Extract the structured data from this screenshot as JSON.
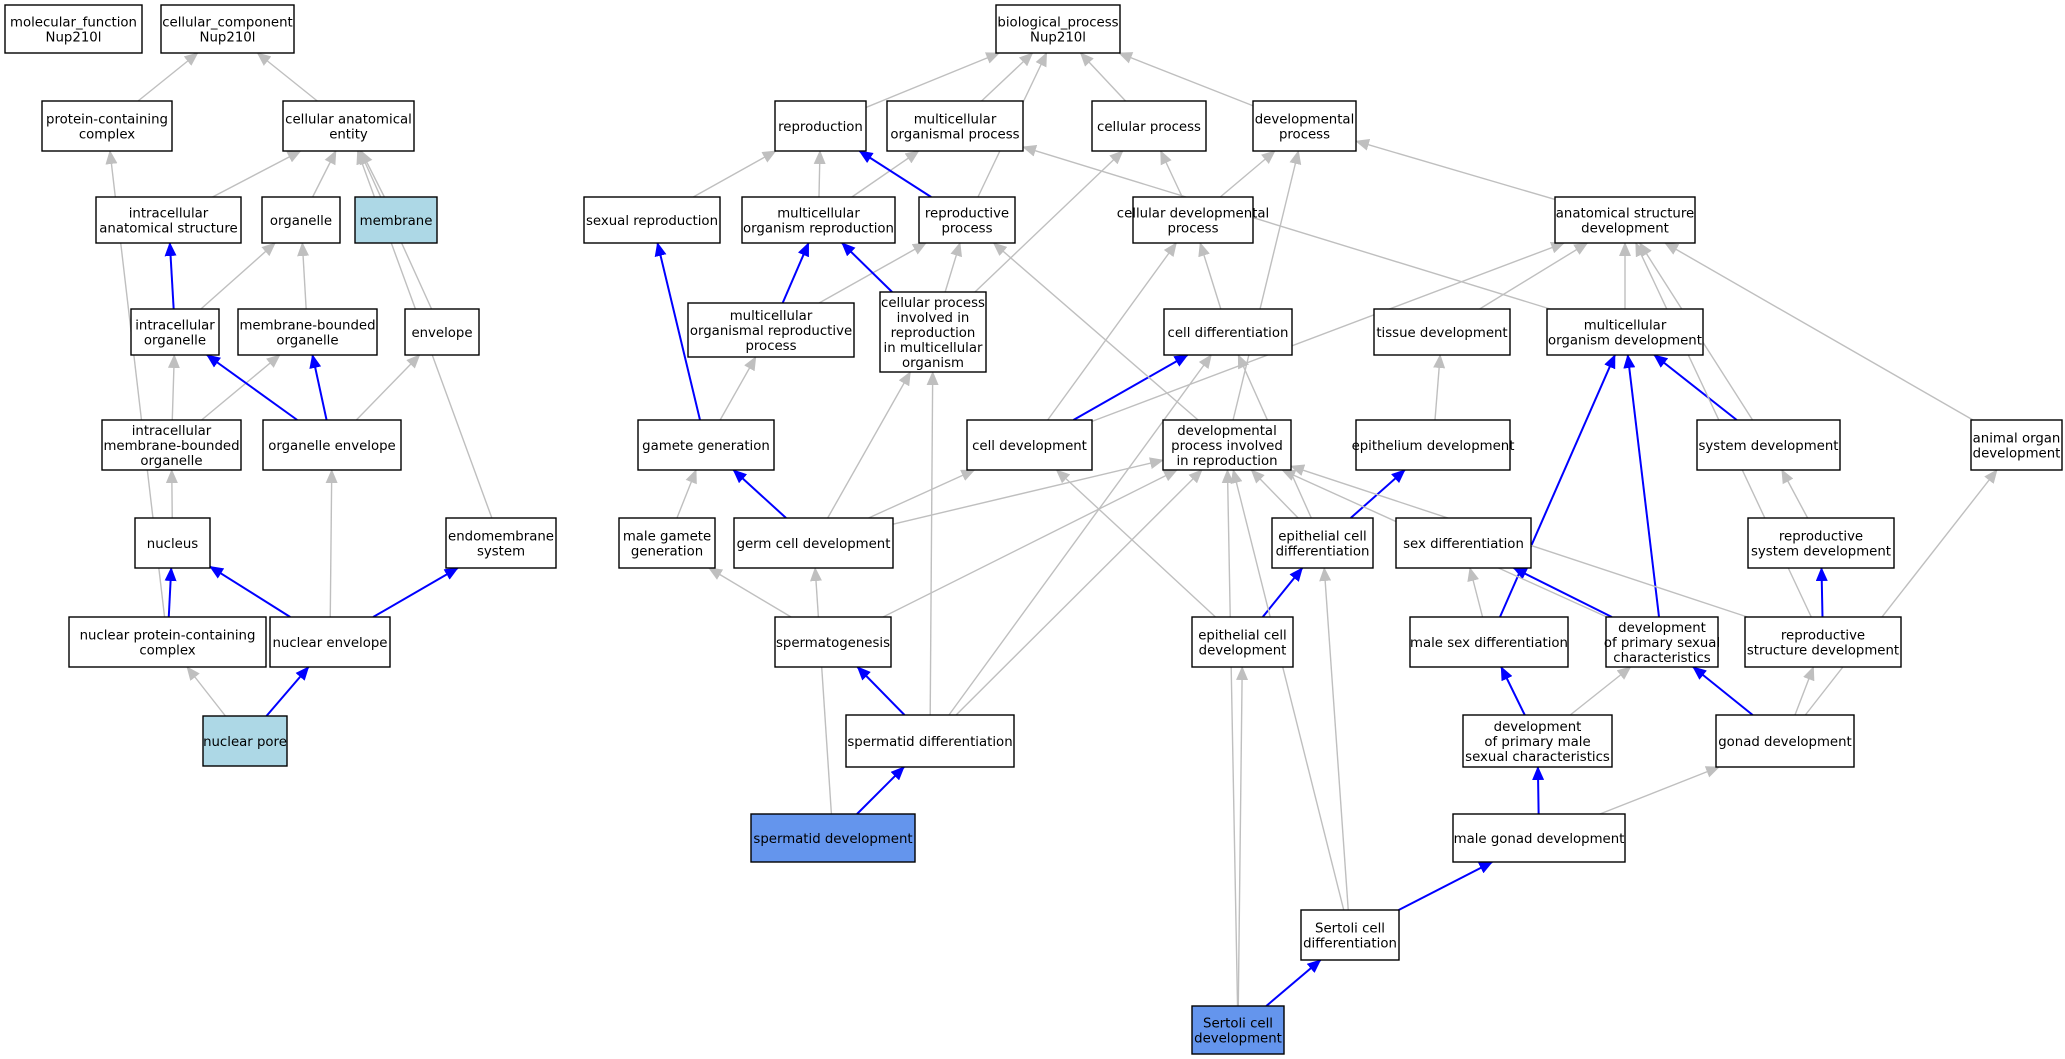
{
  "colors": {
    "edge_default": "#bfbfbf",
    "edge_highlight": "#0000ff",
    "node_fill": "#ffffff",
    "node_membrane": "#add8e6",
    "node_query": "#6495ed",
    "node_stroke": "#000000"
  },
  "nodes": [
    {
      "id": "mf",
      "lines": [
        "molecular_function",
        "Nup210l"
      ],
      "fill": "white"
    },
    {
      "id": "cc",
      "lines": [
        "cellular_component",
        "Nup210l"
      ],
      "fill": "white"
    },
    {
      "id": "bp",
      "lines": [
        "biological_process",
        "Nup210l"
      ],
      "fill": "white"
    },
    {
      "id": "pcc",
      "lines": [
        "protein-containing",
        "complex"
      ],
      "fill": "white"
    },
    {
      "id": "cae",
      "lines": [
        "cellular anatomical",
        "entity"
      ],
      "fill": "white"
    },
    {
      "id": "ias",
      "lines": [
        "intracellular",
        "anatomical structure"
      ],
      "fill": "white"
    },
    {
      "id": "org",
      "lines": [
        "organelle"
      ],
      "fill": "white"
    },
    {
      "id": "mem",
      "lines": [
        "membrane"
      ],
      "fill": "lightblue"
    },
    {
      "id": "io",
      "lines": [
        "intracellular",
        "organelle"
      ],
      "fill": "white"
    },
    {
      "id": "mbo",
      "lines": [
        "membrane-bounded",
        "organelle"
      ],
      "fill": "white"
    },
    {
      "id": "env",
      "lines": [
        "envelope"
      ],
      "fill": "white"
    },
    {
      "id": "imbo",
      "lines": [
        "intracellular",
        "membrane-bounded",
        "organelle"
      ],
      "fill": "white"
    },
    {
      "id": "oenv",
      "lines": [
        "organelle envelope"
      ],
      "fill": "white"
    },
    {
      "id": "nuc",
      "lines": [
        "nucleus"
      ],
      "fill": "white"
    },
    {
      "id": "endo",
      "lines": [
        "endomembrane",
        "system"
      ],
      "fill": "white"
    },
    {
      "id": "npcc",
      "lines": [
        "nuclear protein-containing",
        "complex"
      ],
      "fill": "white"
    },
    {
      "id": "nenv",
      "lines": [
        "nuclear envelope"
      ],
      "fill": "white"
    },
    {
      "id": "npore",
      "lines": [
        "nuclear pore"
      ],
      "fill": "lightblue"
    },
    {
      "id": "repro",
      "lines": [
        "reproduction"
      ],
      "fill": "white"
    },
    {
      "id": "mop",
      "lines": [
        "multicellular",
        "organismal process"
      ],
      "fill": "white"
    },
    {
      "id": "cp",
      "lines": [
        "cellular process"
      ],
      "fill": "white"
    },
    {
      "id": "dp",
      "lines": [
        "developmental",
        "process"
      ],
      "fill": "white"
    },
    {
      "id": "sr",
      "lines": [
        "sexual reproduction"
      ],
      "fill": "white"
    },
    {
      "id": "mor",
      "lines": [
        "multicellular",
        "organism reproduction"
      ],
      "fill": "white"
    },
    {
      "id": "rp",
      "lines": [
        "reproductive",
        "process"
      ],
      "fill": "white"
    },
    {
      "id": "cdp",
      "lines": [
        "cellular developmental",
        "process"
      ],
      "fill": "white"
    },
    {
      "id": "asd",
      "lines": [
        "anatomical structure",
        "development"
      ],
      "fill": "white"
    },
    {
      "id": "morp",
      "lines": [
        "multicellular",
        "organismal reproductive",
        "process"
      ],
      "fill": "white"
    },
    {
      "id": "cpir",
      "lines": [
        "cellular process",
        "involved in",
        "reproduction",
        "in multicellular",
        "organism"
      ],
      "fill": "white"
    },
    {
      "id": "cdiff",
      "lines": [
        "cell differentiation"
      ],
      "fill": "white"
    },
    {
      "id": "td",
      "lines": [
        "tissue development"
      ],
      "fill": "white"
    },
    {
      "id": "mod",
      "lines": [
        "multicellular",
        "organism development"
      ],
      "fill": "white"
    },
    {
      "id": "gg",
      "lines": [
        "gamete generation"
      ],
      "fill": "white"
    },
    {
      "id": "cdev",
      "lines": [
        "cell development"
      ],
      "fill": "white"
    },
    {
      "id": "dpir",
      "lines": [
        "developmental",
        "process involved",
        "in reproduction"
      ],
      "fill": "white"
    },
    {
      "id": "epd",
      "lines": [
        "epithelium development"
      ],
      "fill": "white"
    },
    {
      "id": "sysd",
      "lines": [
        "system development"
      ],
      "fill": "white"
    },
    {
      "id": "aod",
      "lines": [
        "animal organ",
        "development"
      ],
      "fill": "white"
    },
    {
      "id": "mgg",
      "lines": [
        "male gamete",
        "generation"
      ],
      "fill": "white"
    },
    {
      "id": "gcd",
      "lines": [
        "germ cell development"
      ],
      "fill": "white"
    },
    {
      "id": "ecdiff",
      "lines": [
        "epithelial cell",
        "differentiation"
      ],
      "fill": "white"
    },
    {
      "id": "sdiff",
      "lines": [
        "sex differentiation"
      ],
      "fill": "white"
    },
    {
      "id": "rsd",
      "lines": [
        "reproductive",
        "system development"
      ],
      "fill": "white"
    },
    {
      "id": "sg",
      "lines": [
        "spermatogenesis"
      ],
      "fill": "white"
    },
    {
      "id": "ecdev",
      "lines": [
        "epithelial cell",
        "development"
      ],
      "fill": "white"
    },
    {
      "id": "msd",
      "lines": [
        "male sex differentiation"
      ],
      "fill": "white"
    },
    {
      "id": "dpsc",
      "lines": [
        "development",
        "of primary sexual",
        "characteristics"
      ],
      "fill": "white"
    },
    {
      "id": "rstd",
      "lines": [
        "reproductive",
        "structure development"
      ],
      "fill": "white"
    },
    {
      "id": "spdiff",
      "lines": [
        "spermatid differentiation"
      ],
      "fill": "white"
    },
    {
      "id": "dpmsc",
      "lines": [
        "development",
        "of primary male",
        "sexual characteristics"
      ],
      "fill": "white"
    },
    {
      "id": "gd",
      "lines": [
        "gonad development"
      ],
      "fill": "white"
    },
    {
      "id": "spdev",
      "lines": [
        "spermatid development"
      ],
      "fill": "query"
    },
    {
      "id": "mgd",
      "lines": [
        "male gonad development"
      ],
      "fill": "white"
    },
    {
      "id": "scdiff",
      "lines": [
        "Sertoli cell",
        "differentiation"
      ],
      "fill": "white"
    },
    {
      "id": "scdev",
      "lines": [
        "Sertoli cell",
        "development"
      ],
      "fill": "query"
    }
  ],
  "edges": [
    {
      "from": "pcc",
      "to": "cc",
      "type": "is_a"
    },
    {
      "from": "cae",
      "to": "cc",
      "type": "is_a"
    },
    {
      "from": "ias",
      "to": "cae",
      "type": "is_a"
    },
    {
      "from": "org",
      "to": "cae",
      "type": "is_a"
    },
    {
      "from": "mem",
      "to": "cae",
      "type": "is_a"
    },
    {
      "from": "env",
      "to": "cae",
      "type": "is_a"
    },
    {
      "from": "endo",
      "to": "cae",
      "type": "is_a"
    },
    {
      "from": "io",
      "to": "ias",
      "type": "part_of"
    },
    {
      "from": "io",
      "to": "org",
      "type": "is_a"
    },
    {
      "from": "mbo",
      "to": "org",
      "type": "is_a"
    },
    {
      "from": "imbo",
      "to": "io",
      "type": "is_a"
    },
    {
      "from": "imbo",
      "to": "mbo",
      "type": "is_a"
    },
    {
      "from": "oenv",
      "to": "io",
      "type": "part_of"
    },
    {
      "from": "oenv",
      "to": "mbo",
      "type": "part_of"
    },
    {
      "from": "oenv",
      "to": "env",
      "type": "is_a"
    },
    {
      "from": "nuc",
      "to": "imbo",
      "type": "is_a"
    },
    {
      "from": "npcc",
      "to": "pcc",
      "type": "is_a"
    },
    {
      "from": "npcc",
      "to": "nuc",
      "type": "part_of"
    },
    {
      "from": "nenv",
      "to": "nuc",
      "type": "part_of"
    },
    {
      "from": "nenv",
      "to": "oenv",
      "type": "is_a"
    },
    {
      "from": "nenv",
      "to": "endo",
      "type": "part_of"
    },
    {
      "from": "npore",
      "to": "npcc",
      "type": "is_a"
    },
    {
      "from": "npore",
      "to": "nenv",
      "type": "part_of"
    },
    {
      "from": "repro",
      "to": "bp",
      "type": "is_a"
    },
    {
      "from": "mop",
      "to": "bp",
      "type": "is_a"
    },
    {
      "from": "cp",
      "to": "bp",
      "type": "is_a"
    },
    {
      "from": "dp",
      "to": "bp",
      "type": "is_a"
    },
    {
      "from": "rp",
      "to": "bp",
      "type": "is_a"
    },
    {
      "from": "sr",
      "to": "repro",
      "type": "is_a"
    },
    {
      "from": "mor",
      "to": "repro",
      "type": "is_a"
    },
    {
      "from": "mor",
      "to": "mop",
      "type": "is_a"
    },
    {
      "from": "rp",
      "to": "repro",
      "type": "part_of"
    },
    {
      "from": "cdp",
      "to": "cp",
      "type": "is_a"
    },
    {
      "from": "cdp",
      "to": "dp",
      "type": "is_a"
    },
    {
      "from": "asd",
      "to": "dp",
      "type": "is_a"
    },
    {
      "from": "mod",
      "to": "mop",
      "type": "is_a"
    },
    {
      "from": "morp",
      "to": "mor",
      "type": "part_of"
    },
    {
      "from": "morp",
      "to": "rp",
      "type": "is_a"
    },
    {
      "from": "cpir",
      "to": "mor",
      "type": "part_of"
    },
    {
      "from": "cpir",
      "to": "rp",
      "type": "is_a"
    },
    {
      "from": "cpir",
      "to": "cp",
      "type": "is_a"
    },
    {
      "from": "cdiff",
      "to": "cdp",
      "type": "is_a"
    },
    {
      "from": "td",
      "to": "asd",
      "type": "is_a"
    },
    {
      "from": "mod",
      "to": "asd",
      "type": "is_a"
    },
    {
      "from": "gg",
      "to": "sr",
      "type": "part_of"
    },
    {
      "from": "gg",
      "to": "morp",
      "type": "is_a"
    },
    {
      "from": "cdev",
      "to": "cdp",
      "type": "is_a"
    },
    {
      "from": "cdev",
      "to": "cdiff",
      "type": "part_of"
    },
    {
      "from": "cdev",
      "to": "asd",
      "type": "is_a"
    },
    {
      "from": "dpir",
      "to": "rp",
      "type": "is_a"
    },
    {
      "from": "dpir",
      "to": "dp",
      "type": "is_a"
    },
    {
      "from": "epd",
      "to": "td",
      "type": "is_a"
    },
    {
      "from": "sysd",
      "to": "mod",
      "type": "part_of"
    },
    {
      "from": "sysd",
      "to": "asd",
      "type": "is_a"
    },
    {
      "from": "aod",
      "to": "asd",
      "type": "is_a"
    },
    {
      "from": "mgg",
      "to": "gg",
      "type": "is_a"
    },
    {
      "from": "gcd",
      "to": "gg",
      "type": "part_of"
    },
    {
      "from": "gcd",
      "to": "cdev",
      "type": "is_a"
    },
    {
      "from": "gcd",
      "to": "cpir",
      "type": "is_a"
    },
    {
      "from": "gcd",
      "to": "dpir",
      "type": "is_a"
    },
    {
      "from": "ecdiff",
      "to": "epd",
      "type": "part_of"
    },
    {
      "from": "ecdiff",
      "to": "cdiff",
      "type": "is_a"
    },
    {
      "from": "ecdiff",
      "to": "dpir",
      "type": "is_a"
    },
    {
      "from": "rsd",
      "to": "sysd",
      "type": "is_a"
    },
    {
      "from": "sg",
      "to": "mgg",
      "type": "is_a"
    },
    {
      "from": "sg",
      "to": "dpir",
      "type": "is_a"
    },
    {
      "from": "ecdev",
      "to": "ecdiff",
      "type": "part_of"
    },
    {
      "from": "ecdev",
      "to": "cdev",
      "type": "is_a"
    },
    {
      "from": "msd",
      "to": "sdiff",
      "type": "is_a"
    },
    {
      "from": "msd",
      "to": "mod",
      "type": "part_of"
    },
    {
      "from": "dpsc",
      "to": "sdiff",
      "type": "part_of"
    },
    {
      "from": "dpsc",
      "to": "mod",
      "type": "part_of"
    },
    {
      "from": "dpsc",
      "to": "dpir",
      "type": "is_a"
    },
    {
      "from": "rstd",
      "to": "rsd",
      "type": "part_of"
    },
    {
      "from": "rstd",
      "to": "asd",
      "type": "is_a"
    },
    {
      "from": "rstd",
      "to": "dpir",
      "type": "is_a"
    },
    {
      "from": "spdiff",
      "to": "sg",
      "type": "part_of"
    },
    {
      "from": "spdiff",
      "to": "cdiff",
      "type": "is_a"
    },
    {
      "from": "spdiff",
      "to": "cpir",
      "type": "is_a"
    },
    {
      "from": "spdiff",
      "to": "dpir",
      "type": "is_a"
    },
    {
      "from": "dpmsc",
      "to": "msd",
      "type": "part_of"
    },
    {
      "from": "dpmsc",
      "to": "dpsc",
      "type": "is_a"
    },
    {
      "from": "gd",
      "to": "dpsc",
      "type": "part_of"
    },
    {
      "from": "gd",
      "to": "rstd",
      "type": "is_a"
    },
    {
      "from": "gd",
      "to": "aod",
      "type": "is_a"
    },
    {
      "from": "spdev",
      "to": "spdiff",
      "type": "part_of"
    },
    {
      "from": "spdev",
      "to": "gcd",
      "type": "is_a"
    },
    {
      "from": "mgd",
      "to": "dpmsc",
      "type": "part_of"
    },
    {
      "from": "mgd",
      "to": "gd",
      "type": "is_a"
    },
    {
      "from": "scdiff",
      "to": "mgd",
      "type": "part_of"
    },
    {
      "from": "scdiff",
      "to": "ecdiff",
      "type": "is_a"
    },
    {
      "from": "scdiff",
      "to": "dpir",
      "type": "is_a"
    },
    {
      "from": "scdev",
      "to": "scdiff",
      "type": "part_of"
    },
    {
      "from": "scdev",
      "to": "ecdev",
      "type": "is_a"
    },
    {
      "from": "scdev",
      "to": "dpir",
      "type": "is_a"
    }
  ]
}
